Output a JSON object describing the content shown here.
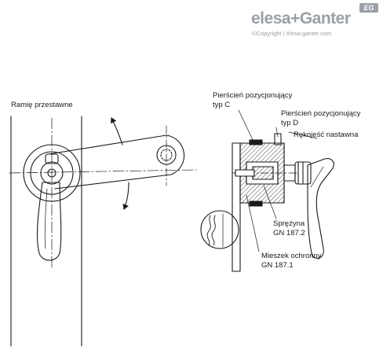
{
  "brand": {
    "name": "elesa+Ganter",
    "tagline": "©Copyright | elesa-ganter.com",
    "badge": "EG"
  },
  "labels": {
    "adjustable_arm": "Ramię przestawne",
    "ring_c_line1": "Pierścień pozycjonujący",
    "ring_c_line2": "typ C",
    "ring_d_line1": "Pierścień pozycjonujący",
    "ring_d_line2": "typ D",
    "handle": "Rękojeść nastawna",
    "spring_line1": "Sprężyna",
    "spring_line2": "GN 187.2",
    "bellows_line1": "Mieszek ochronny",
    "bellows_line2": "GN 187.1"
  }
}
